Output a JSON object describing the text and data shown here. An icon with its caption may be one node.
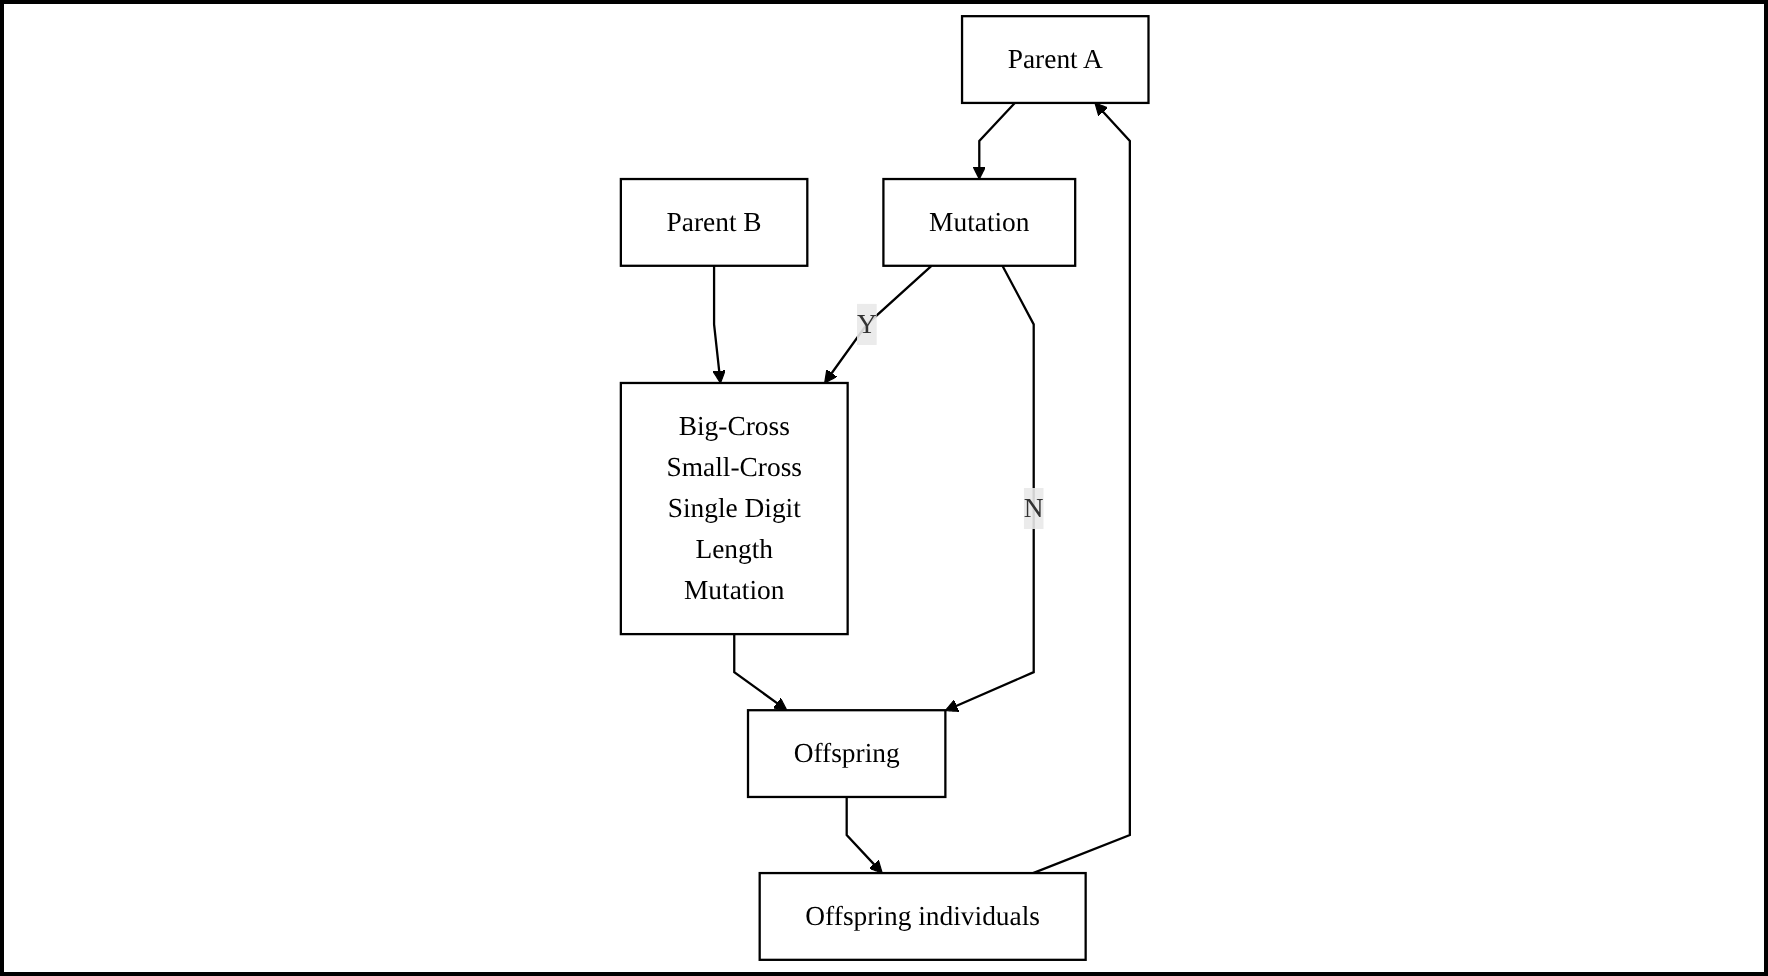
{
  "diagram": {
    "nodes": [
      {
        "text": [
          "Parent A"
        ]
      },
      {
        "text": [
          "Parent B"
        ]
      },
      {
        "text": [
          "Mutation"
        ]
      },
      {
        "text": [
          "Big-Cross",
          "Small-Cross",
          "Single Digit",
          "Length",
          "Mutation"
        ]
      },
      {
        "text": [
          "Offspring"
        ]
      },
      {
        "text": [
          "Offspring individuals"
        ]
      }
    ],
    "edges": [
      {
        "from": 0,
        "to": 2,
        "arrow": "to"
      },
      {
        "from": 1,
        "to": 3,
        "arrow": "to"
      },
      {
        "from": 2,
        "to": 3,
        "arrow": "to",
        "label": "Y"
      },
      {
        "from": 2,
        "to": 4,
        "arrow": "to",
        "label": "N"
      },
      {
        "from": 3,
        "to": 4,
        "arrow": "to"
      },
      {
        "from": 4,
        "to": 5,
        "arrow": "to"
      },
      {
        "from": 5,
        "to": 0,
        "arrow": "to"
      }
    ]
  }
}
